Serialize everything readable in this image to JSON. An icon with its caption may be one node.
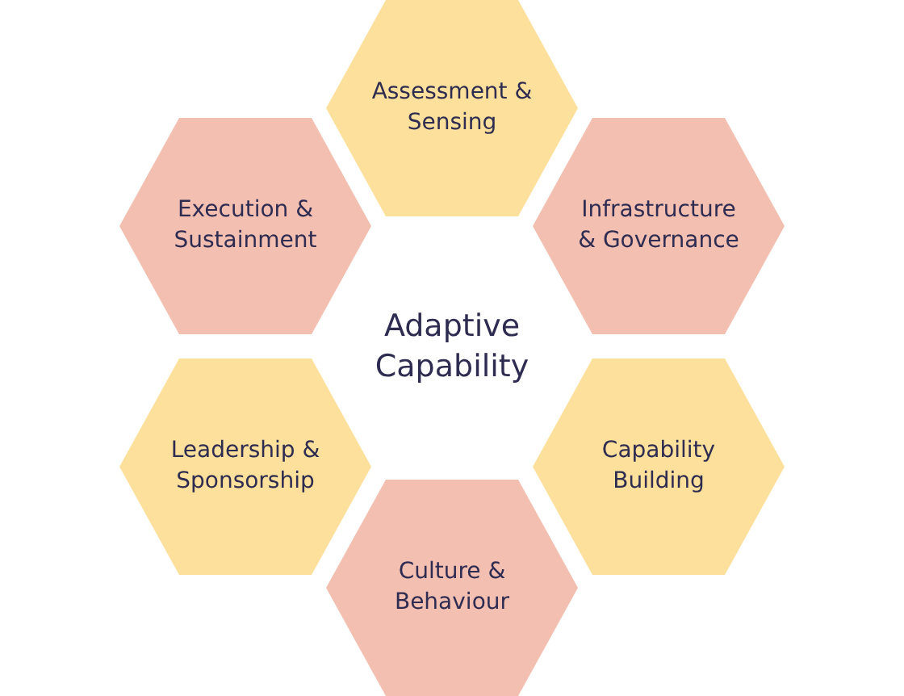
{
  "diagram": {
    "nodes": [
      {
        "text": [
          "Assessment & Sensing"
        ]
      },
      {
        "text": [
          "Execution & Sustainment"
        ]
      },
      {
        "text": [
          "Infrastructure & Governance"
        ]
      },
      {
        "text": [
          "Leadership & Sponsorship"
        ]
      },
      {
        "text": [
          "Capability Building"
        ]
      },
      {
        "text": [
          "Culture & Behaviour"
        ]
      }
    ],
    "edges": [],
    "labels": [
      "Adaptive Capability"
    ]
  }
}
